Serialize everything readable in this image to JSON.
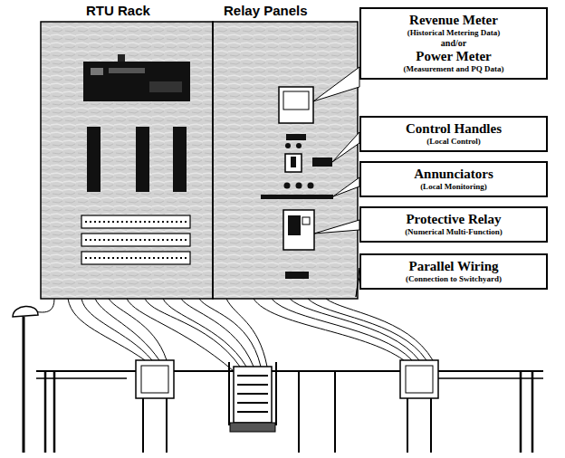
{
  "diagram": {
    "nodes": [
      {
        "text": [
          "Revenue Meter",
          "(Historical Metering Data)",
          "and/or",
          "Power Meter",
          "(Measurement and PQ Data)"
        ]
      },
      {
        "text": [
          "Control Handles",
          "(Local Control)"
        ]
      },
      {
        "text": [
          "Annunciators",
          "(Local Monitoring)"
        ]
      },
      {
        "text": [
          "Protective Relay",
          "(Numerical Multi-Function)"
        ]
      },
      {
        "text": [
          "Parallel Wiring",
          "(Connection to Switchyard)"
        ]
      }
    ],
    "labels": [
      "RTU Rack",
      "Relay Panels"
    ]
  }
}
